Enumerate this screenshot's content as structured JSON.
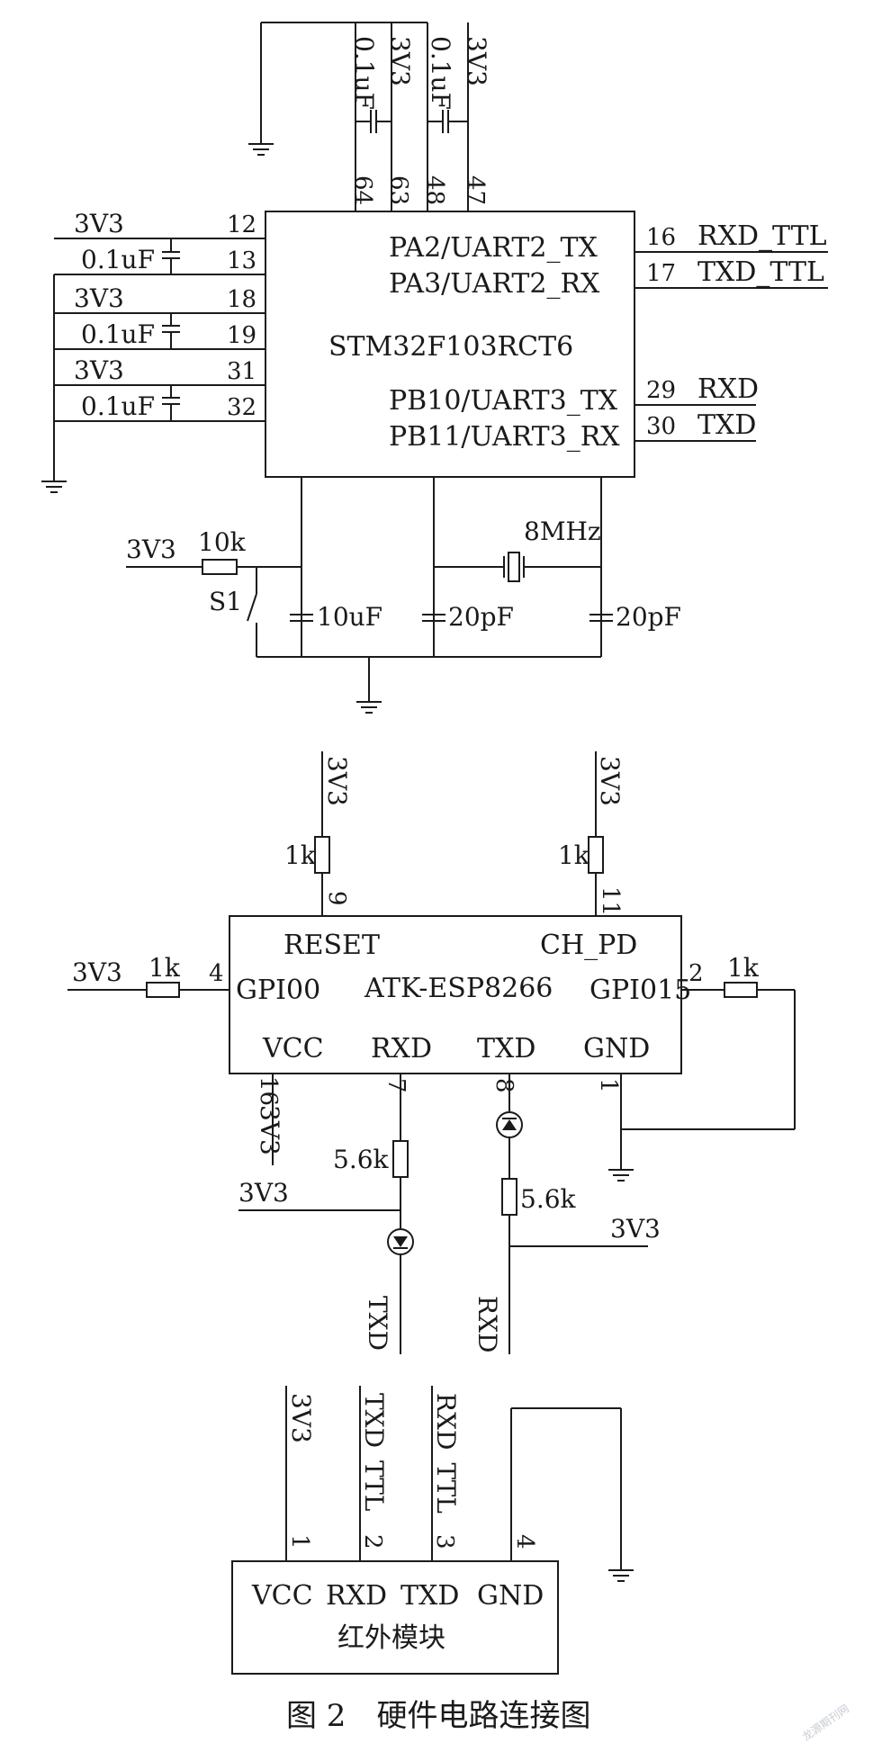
{
  "mcu": {
    "part": "STM32F103RCT6",
    "pa2": "PA2/UART2_TX",
    "pa3": "PA3/UART2_RX",
    "pb10": "PB10/UART3_TX",
    "pb11": "PB11/UART3_RX",
    "pins": {
      "p64": "64",
      "p63": "63",
      "p48": "48",
      "p47": "47",
      "p12": "12",
      "p13": "13",
      "p18": "18",
      "p19": "19",
      "p31": "31",
      "p32": "32",
      "p16": "16",
      "p17": "17",
      "p29": "29",
      "p30": "30"
    }
  },
  "nets": {
    "v3v3": "3V3",
    "rxd_ttl": "RXD_TTL",
    "txd_ttl": "TXD_TTL",
    "rxd": "RXD",
    "txd": "TXD"
  },
  "values": {
    "c01": "0.1uF",
    "r10k": "10k",
    "c10u": "10uF",
    "c20p": "20pF",
    "xtal": "8MHz",
    "switch": "S1",
    "r1k": "1k",
    "r56k": "5.6k"
  },
  "esp": {
    "part": "ATK-ESP8266",
    "reset": "RESET",
    "chpd": "CH_PD",
    "gpio0": "GPI00",
    "gpio15": "GPI015",
    "vcc": "VCC",
    "rxd": "RXD",
    "txd": "TXD",
    "gnd": "GND",
    "pins": {
      "p9": "9",
      "p11": "11",
      "p4": "4",
      "p2": "2",
      "p16": "16",
      "p7": "7",
      "p8": "8",
      "p1": "1"
    }
  },
  "ir": {
    "title": "红外模块",
    "vcc": "VCC",
    "rxd": "RXD",
    "txd": "TXD",
    "gnd": "GND",
    "pins": {
      "p1": "1",
      "p2": "2",
      "p3": "3",
      "p4": "4"
    }
  },
  "caption": "图 2　硬件电路连接图",
  "watermark": "龙源期刊网"
}
